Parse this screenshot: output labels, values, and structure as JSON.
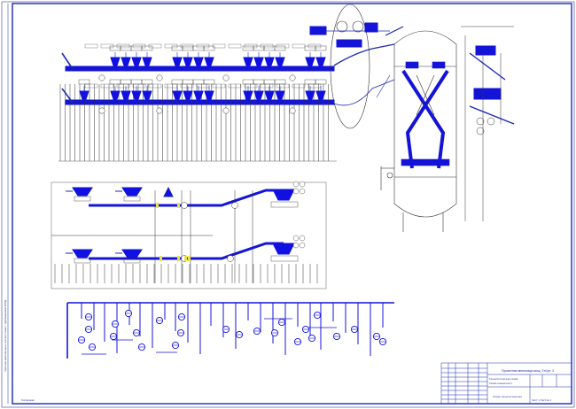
{
  "title_block": {
    "title_line1": "Проектная мельница мощ. 2т/сут. 3",
    "title_line2": "Технологическая схема",
    "title_line3": "Схема пшеничного",
    "title_line4": "Схема технологическая"
  },
  "stamp_text": "Копировал",
  "side_note": "Чертежи выполнены в соответствии с требованиями ЕСКД",
  "footer_note": "Лист 1  Листов 1",
  "colors": {
    "line": "#1a2bb0",
    "heavy": "#1010e0",
    "ink": "#222222",
    "accent": "#e8e050",
    "frame": "#1a2bb0"
  },
  "icons": {
    "roller_mill": "roller-mill-icon",
    "sifter": "sifter-icon",
    "cyclone": "cyclone-icon",
    "scale": "scale-icon"
  }
}
